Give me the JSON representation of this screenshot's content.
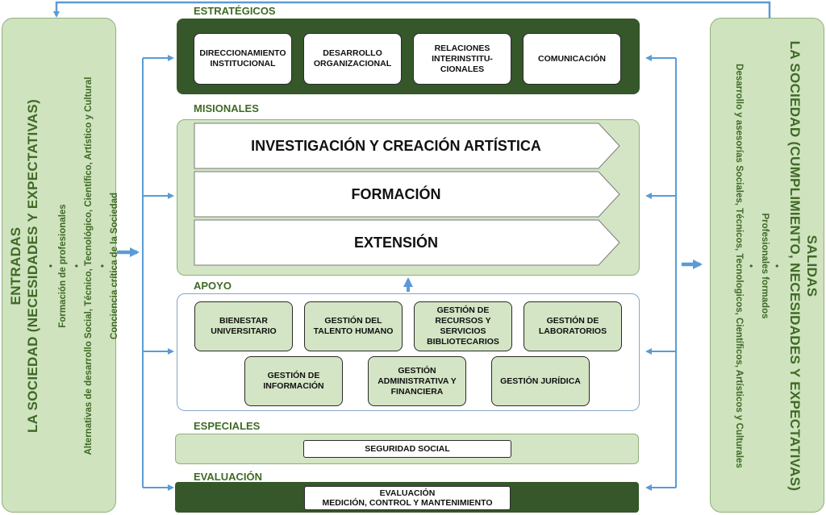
{
  "entradas": {
    "title": "ENTRADAS",
    "subtitle": "LA SOCIEDAD (NECESIDADES Y EXPECTATIVAS)",
    "items": [
      "Formación de profesionales",
      "Alternativas de desarrollo Social, Técnico, Tecnológico, Científico, Artístico y Cultural",
      "Conciencia crítica de la Sociedad"
    ]
  },
  "salidas": {
    "title": "SALIDAS",
    "subtitle": "LA SOCIEDAD (CUMPLIMIENTO, NECESIDADES Y EXPECTATIVAS)",
    "items": [
      "Profesionales formados",
      "Desarrollo y asesorías Sociales, Técnicos, Tecnologicos, Científicos, Artísticos y Culturales"
    ]
  },
  "estrategicos": {
    "label": "ESTRATÉGICOS",
    "boxes": [
      "DIRECCIONAMIENTO INSTITUCIONAL",
      "DESARROLLO ORGANIZACIONAL",
      "RELACIONES INTERINSTITU- CIONALES",
      "COMUNICACIÓN"
    ]
  },
  "misionales": {
    "label": "MISIONALES",
    "items": [
      "INVESTIGACIÓN Y CREACIÓN ARTÍSTICA",
      "FORMACIÓN",
      "EXTENSIÓN"
    ]
  },
  "apoyo": {
    "label": "APOYO",
    "row1": [
      "BIENESTAR UNIVERSITARIO",
      "GESTIÓN DEL TALENTO HUMANO",
      "GESTIÓN DE RECURSOS Y SERVICIOS BIBLIOTECARIOS",
      "GESTIÓN DE LABORATORIOS"
    ],
    "row2": [
      "GESTIÓN DE INFORMACIÓN",
      "GESTIÓN ADMINISTRATIVA Y FINANCIERA",
      "GESTIÓN JURÍDICA"
    ]
  },
  "especiales": {
    "label": "ESPECIALES",
    "box": "SEGURIDAD SOCIAL"
  },
  "evaluacion": {
    "label": "EVALUACIÓN",
    "box_line1": "EVALUACIÓN",
    "box_line2": "MEDICIÓN, CONTROL Y MANTENIMIENTO"
  },
  "colors": {
    "dark_green": "#35572a",
    "light_green": "#d3e5c4",
    "text_green": "#3f6a25",
    "arrow_blue": "#5b9bd5"
  }
}
